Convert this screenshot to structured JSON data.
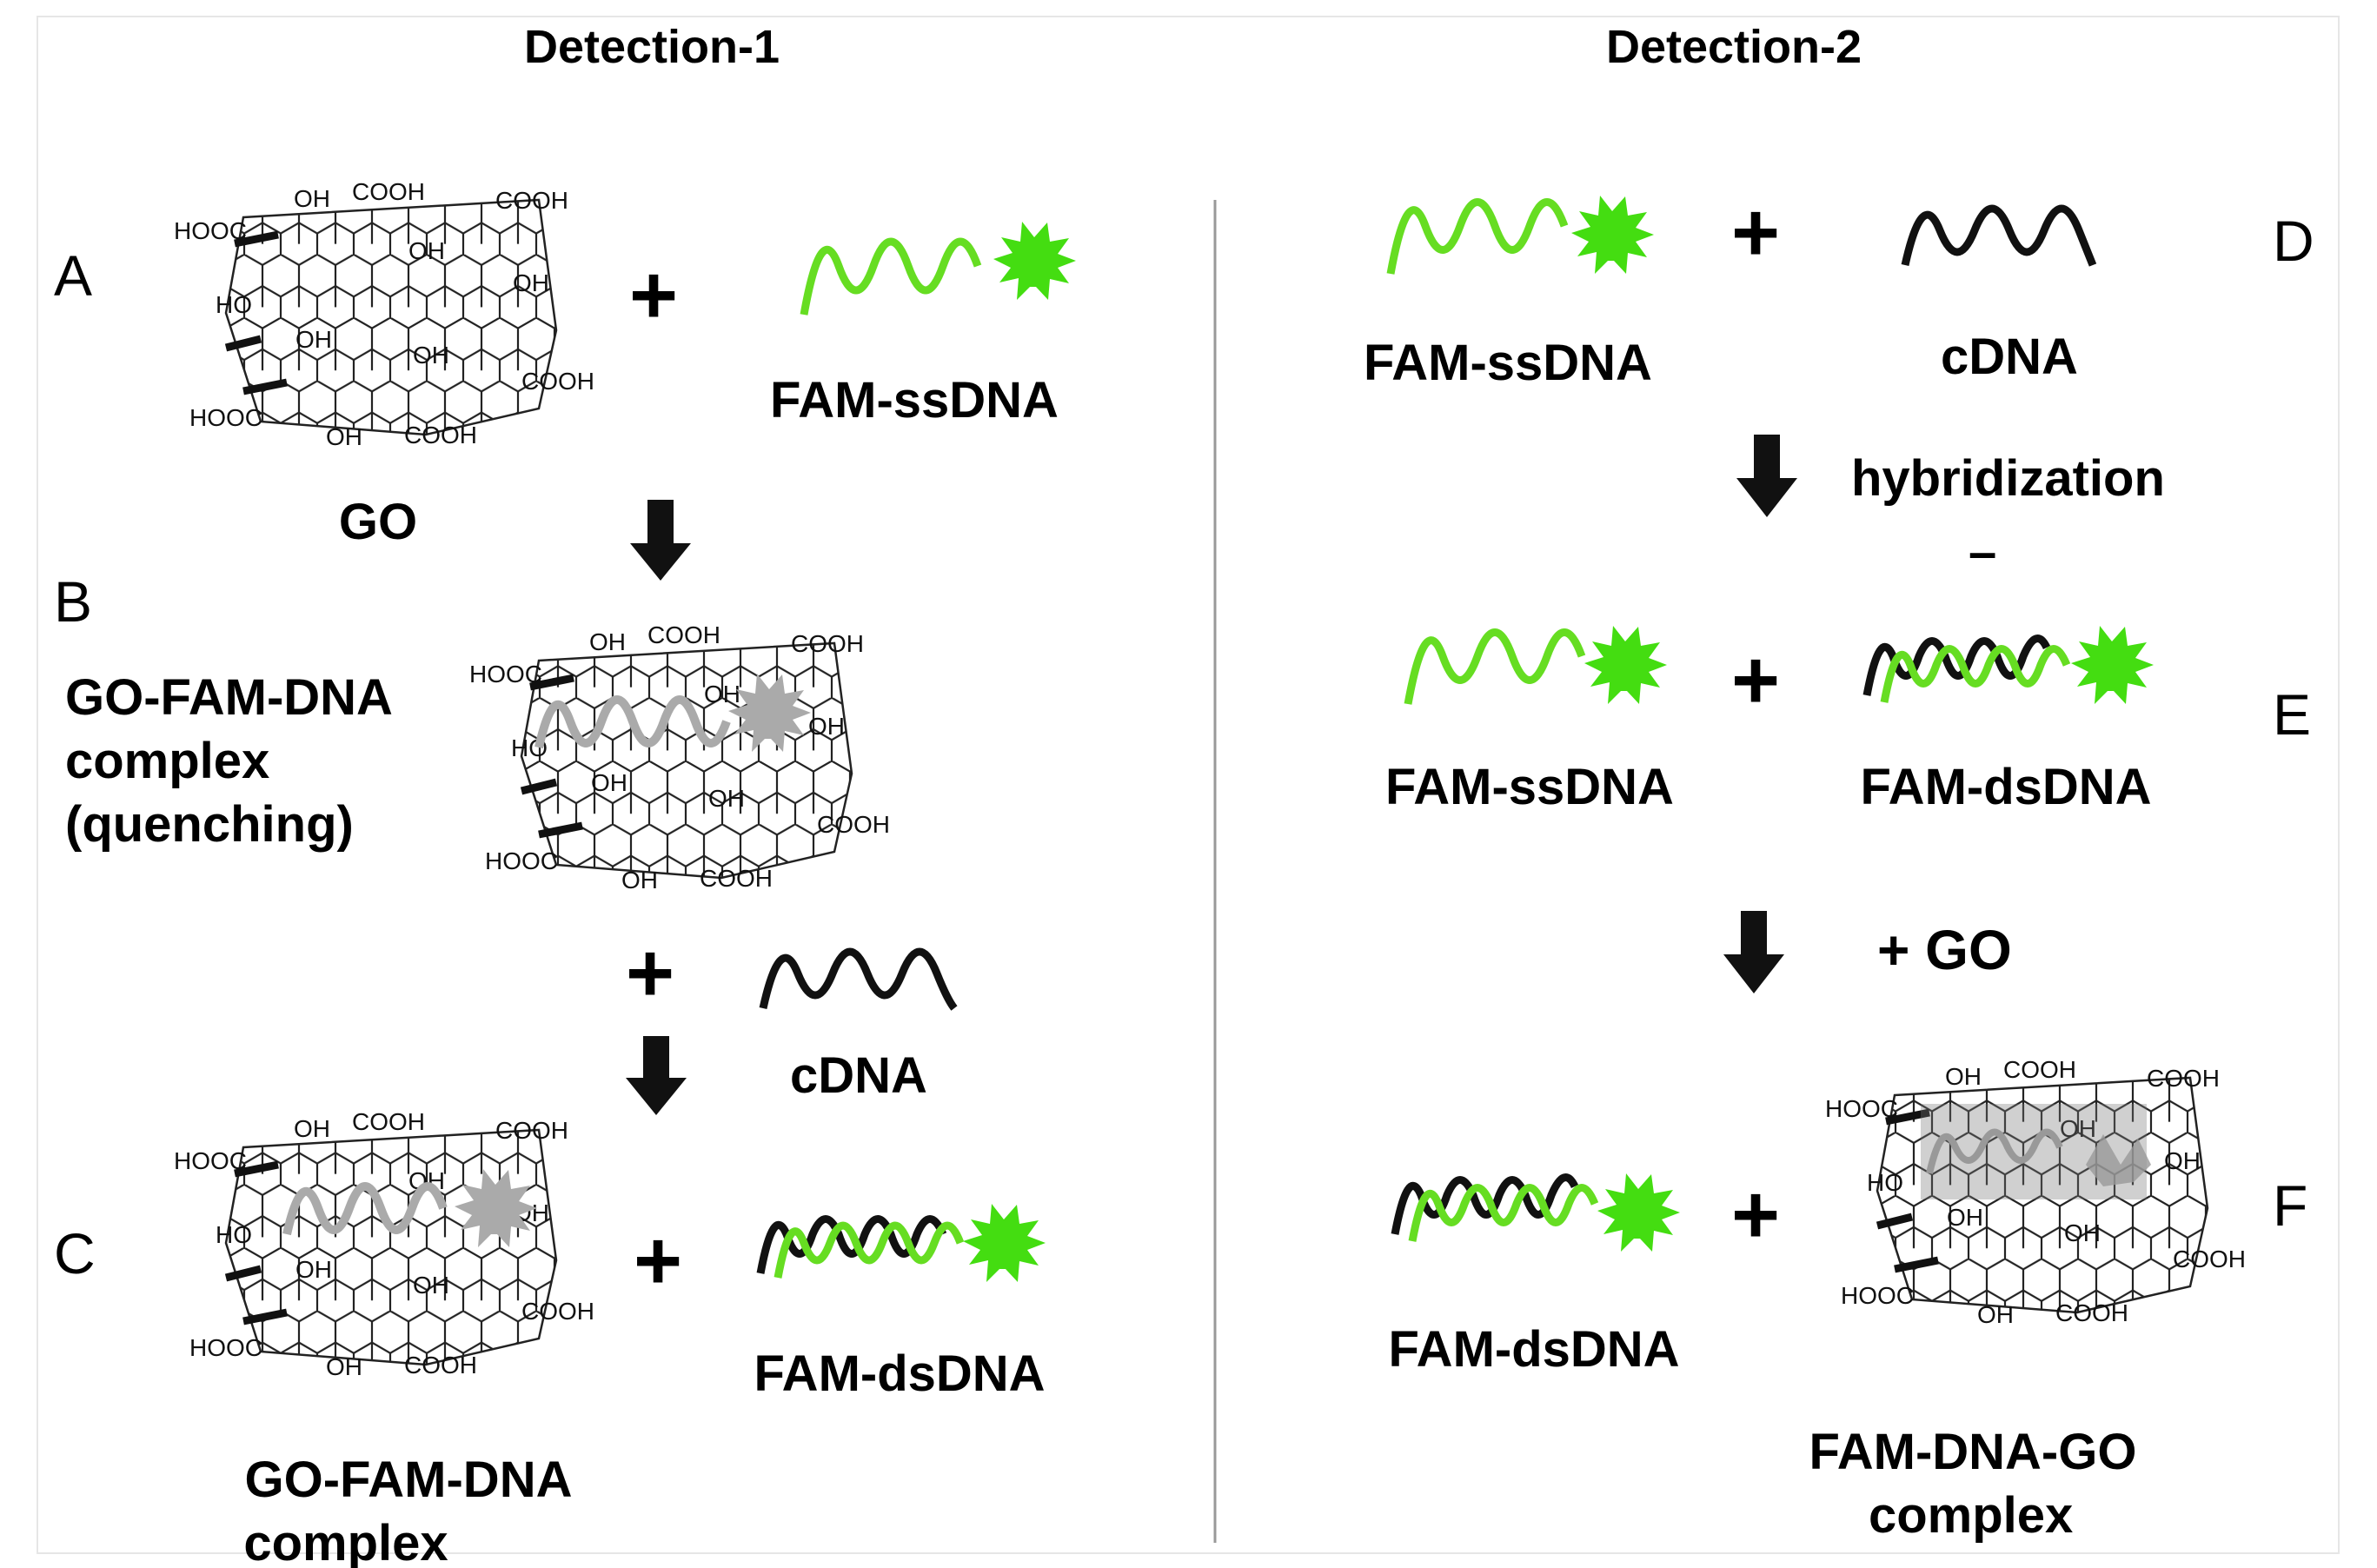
{
  "headings": {
    "detection1": "Detection-1",
    "detection2": "Detection-2"
  },
  "panels": {
    "A": "A",
    "B": "B",
    "C": "C",
    "D": "D",
    "E": "E",
    "F": "F"
  },
  "labels": {
    "go": "GO",
    "fam_ssdna_a": "FAM-ssDNA",
    "go_fam_dna_complex_quench": [
      "GO-FAM-DNA",
      "complex",
      "(quenching)"
    ],
    "cdna_c": "cDNA",
    "fam_dsdna_c": "FAM-dsDNA",
    "go_fam_dna_complex_c": [
      "GO-FAM-DNA",
      "complex"
    ],
    "fam_ssdna_d": "FAM-ssDNA",
    "cdna_d": "cDNA",
    "hybridization": "hybridization",
    "dash": "–",
    "fam_ssdna_e": "FAM-ssDNA",
    "fam_dsdna_e": "FAM-dsDNA",
    "plus_go": "+ GO",
    "fam_dsdna_f": "FAM-dsDNA",
    "fam_dna_go_complex": [
      "FAM-DNA-GO",
      "complex"
    ]
  },
  "chem_groups": [
    "OH",
    "COOH",
    "COOH",
    "HOOC",
    "OH",
    "OH",
    "HO",
    "OH",
    "OH",
    "COOH",
    "HOOC",
    "OH",
    "COOH"
  ],
  "symbols": {
    "plus": "+"
  },
  "colors": {
    "ssdna_green": "#66dd22",
    "fluorophore_green": "#44dd11",
    "cdna_black": "#111111",
    "quenched_gray": "#aaaaaa",
    "divider": "#999999"
  }
}
